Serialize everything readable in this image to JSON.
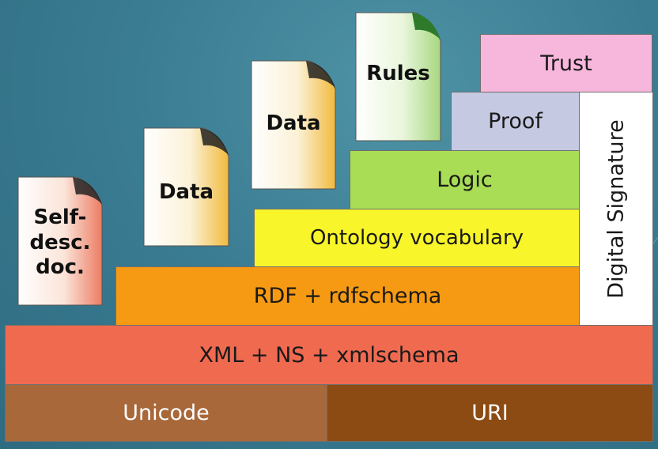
{
  "layers": {
    "unicode": "Unicode",
    "uri": "URI",
    "xml": "XML + NS + xmlschema",
    "rdf": "RDF + rdfschema",
    "ontology": "Ontology vocabulary",
    "logic": "Logic",
    "proof": "Proof",
    "trust": "Trust",
    "digital_signature": "Digital Signature"
  },
  "documents": {
    "self_desc_line1": "Self-",
    "self_desc_line2": "desc.",
    "self_desc_line3": "doc.",
    "data_1": "Data",
    "data_2": "Data",
    "rules": "Rules"
  },
  "colors": {
    "unicode": "#a8683a",
    "uri": "#8b4b12",
    "xml": "#f06a50",
    "rdf": "#f59a12",
    "ontology": "#f8f52a",
    "logic": "#a8dd55",
    "proof": "#c5c9e2",
    "trust": "#f7b6dc",
    "digital_signature": "#ffffff"
  }
}
